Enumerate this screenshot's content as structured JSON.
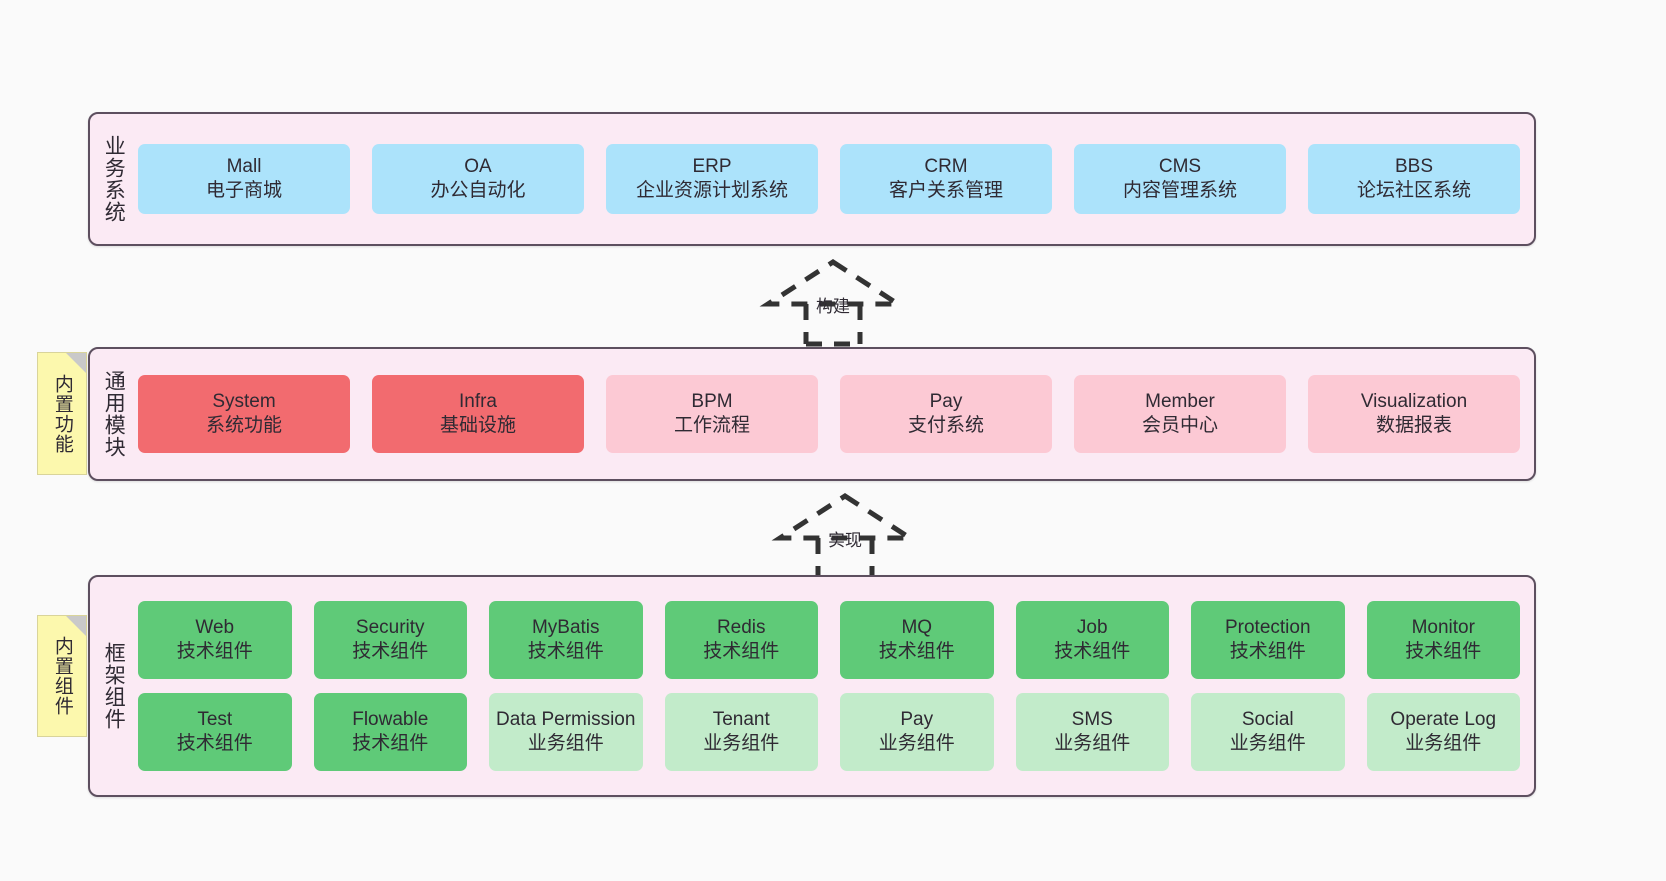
{
  "layers": [
    {
      "key": "business",
      "title": "业务系统",
      "rows": [
        [
          {
            "en": "Mall",
            "cn": "电子商城",
            "color": "blue"
          },
          {
            "en": "OA",
            "cn": "办公自动化",
            "color": "blue"
          },
          {
            "en": "ERP",
            "cn": "企业资源计划系统",
            "color": "blue"
          },
          {
            "en": "CRM",
            "cn": "客户关系管理",
            "color": "blue"
          },
          {
            "en": "CMS",
            "cn": "内容管理系统",
            "color": "blue"
          },
          {
            "en": "BBS",
            "cn": "论坛社区系统",
            "color": "blue"
          }
        ]
      ]
    },
    {
      "key": "modules",
      "title": "通用模块",
      "rows": [
        [
          {
            "en": "System",
            "cn": "系统功能",
            "color": "red-strong"
          },
          {
            "en": "Infra",
            "cn": "基础设施",
            "color": "red-strong"
          },
          {
            "en": "BPM",
            "cn": "工作流程",
            "color": "pink-soft"
          },
          {
            "en": "Pay",
            "cn": "支付系统",
            "color": "pink-soft"
          },
          {
            "en": "Member",
            "cn": "会员中心",
            "color": "pink-soft"
          },
          {
            "en": "Visualization",
            "cn": "数据报表",
            "color": "pink-soft"
          }
        ]
      ]
    },
    {
      "key": "framework",
      "title": "框架组件",
      "rows": [
        [
          {
            "en": "Web",
            "cn": "技术组件",
            "color": "green-strong"
          },
          {
            "en": "Security",
            "cn": "技术组件",
            "color": "green-strong"
          },
          {
            "en": "MyBatis",
            "cn": "技术组件",
            "color": "green-strong"
          },
          {
            "en": "Redis",
            "cn": "技术组件",
            "color": "green-strong"
          },
          {
            "en": "MQ",
            "cn": "技术组件",
            "color": "green-strong"
          },
          {
            "en": "Job",
            "cn": "技术组件",
            "color": "green-strong"
          },
          {
            "en": "Protection",
            "cn": "技术组件",
            "color": "green-strong"
          },
          {
            "en": "Monitor",
            "cn": "技术组件",
            "color": "green-strong"
          }
        ],
        [
          {
            "en": "Test",
            "cn": "技术组件",
            "color": "green-strong"
          },
          {
            "en": "Flowable",
            "cn": "技术组件",
            "color": "green-strong"
          },
          {
            "en": "Data Permission",
            "cn": "业务组件",
            "color": "green-soft"
          },
          {
            "en": "Tenant",
            "cn": "业务组件",
            "color": "green-soft"
          },
          {
            "en": "Pay",
            "cn": "业务组件",
            "color": "green-soft"
          },
          {
            "en": "SMS",
            "cn": "业务组件",
            "color": "green-soft"
          },
          {
            "en": "Social",
            "cn": "业务组件",
            "color": "green-soft"
          },
          {
            "en": "Operate Log",
            "cn": "业务组件",
            "color": "green-soft"
          }
        ]
      ]
    }
  ],
  "notes": [
    {
      "key": "features",
      "text": "内置功能"
    },
    {
      "key": "components",
      "text": "内置组件"
    }
  ],
  "arrows": [
    {
      "key": "build",
      "label": "构建"
    },
    {
      "key": "implement",
      "label": "实现"
    }
  ],
  "colors": {
    "canvas": "#fafafa",
    "layer_fill": "#fbeaf4",
    "layer_border": "#5d4f5f",
    "blue": "#ace3fb",
    "red_strong": "#f26b6f",
    "pink_soft": "#fcc9d4",
    "green_strong": "#5fca78",
    "green_soft": "#c2ebca",
    "note_fill": "#fcf8ad",
    "note_fold": "#c9c9c9",
    "text": "#2f2a33"
  }
}
